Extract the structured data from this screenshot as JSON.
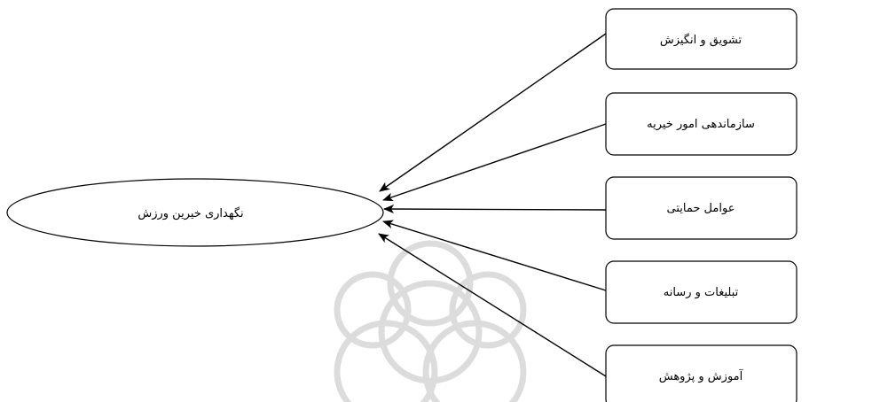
{
  "diagram": {
    "central": {
      "label": "نگهداری خیرین ورزش"
    },
    "factors": [
      {
        "label": "تشویق و انگیزش"
      },
      {
        "label": "سازماندهی امور خیریه"
      },
      {
        "label": "عوامل حمایتی"
      },
      {
        "label": "تبلیغات و رسانه"
      },
      {
        "label": "آموزش و پژوهش"
      }
    ],
    "colors": {
      "stroke": "#000000",
      "watermark": "#d9d9d9",
      "background": "#ffffff"
    }
  }
}
